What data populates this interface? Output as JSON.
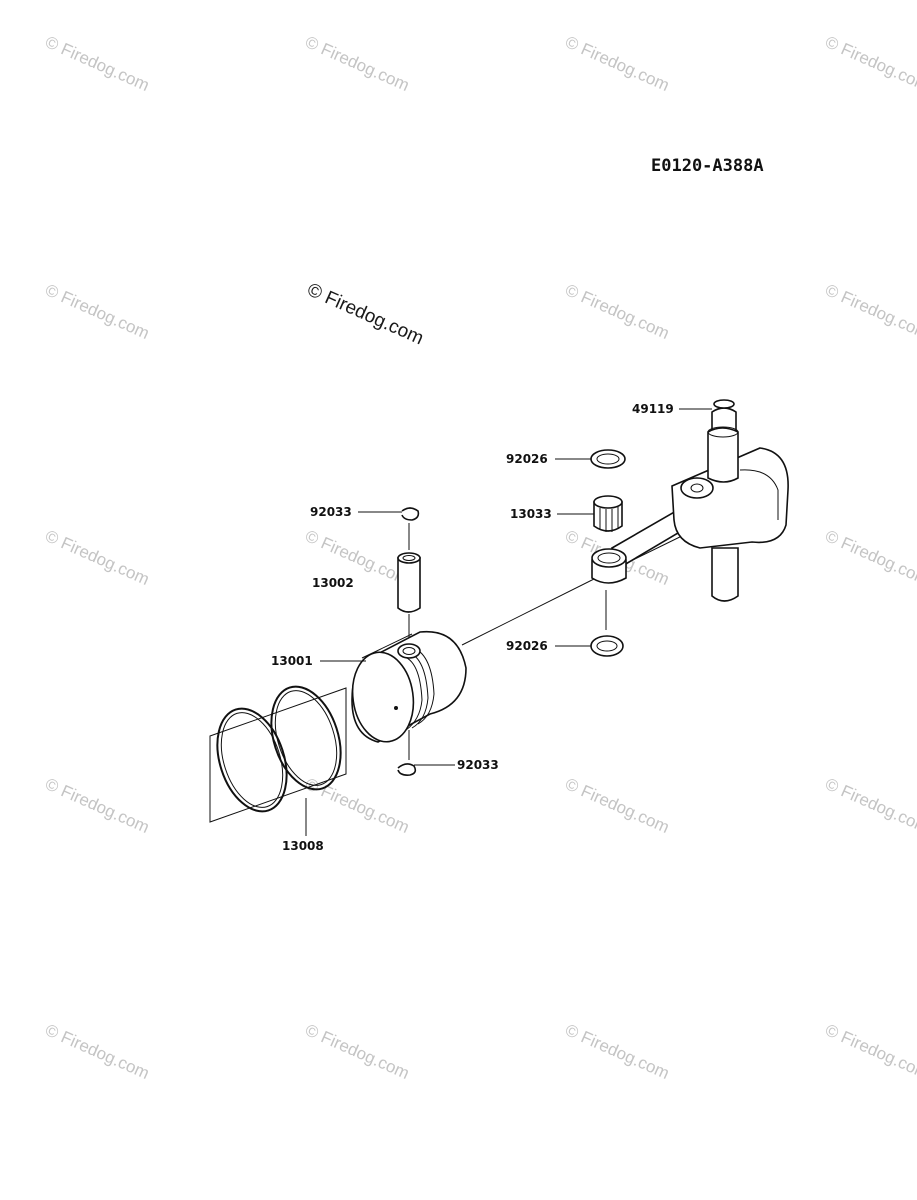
{
  "reference_code": "E0120-A388A",
  "watermark": {
    "text": "© Firedog.com",
    "prominent_text": "© Firedog.com"
  },
  "parts": [
    {
      "id": "crankshaft",
      "number": "49119"
    },
    {
      "id": "washer-upper",
      "number": "92026"
    },
    {
      "id": "needle-bearing",
      "number": "13033"
    },
    {
      "id": "washer-lower",
      "number": "92026"
    },
    {
      "id": "circlip-upper",
      "number": "92033"
    },
    {
      "id": "piston-pin",
      "number": "13002"
    },
    {
      "id": "piston",
      "number": "13001"
    },
    {
      "id": "circlip-lower",
      "number": "92033"
    },
    {
      "id": "piston-ring-set",
      "number": "13008"
    }
  ],
  "colors": {
    "line": "#111111",
    "watermark": "#c4c4c4",
    "background": "#ffffff"
  }
}
